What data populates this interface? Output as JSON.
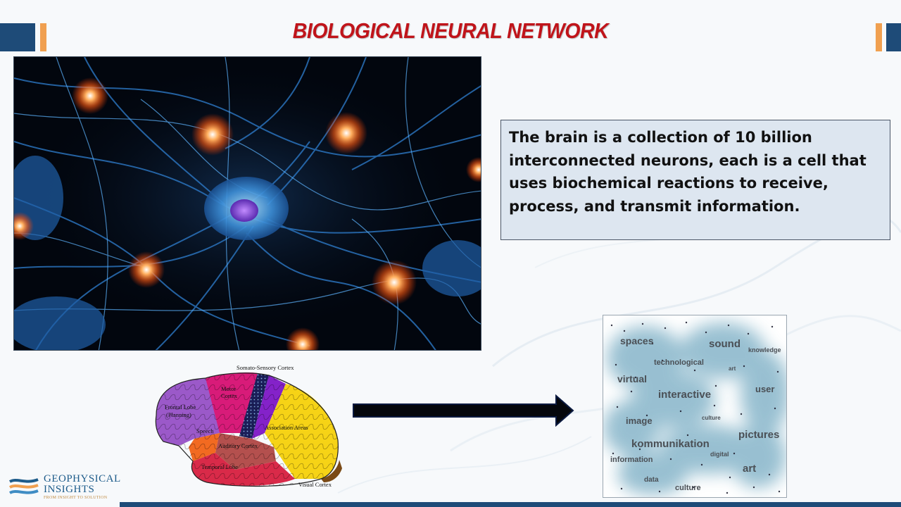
{
  "slide": {
    "title": "BIOLOGICAL NEURAL NETWORK",
    "body_text": "The brain is a collection of 10 billion interconnected neurons, each is a cell that uses biochemical reactions to receive, process, and transmit information."
  },
  "brain_diagram": {
    "labels": {
      "somato": "Somato-Sensory Cortex",
      "motor_1": "Motor",
      "motor_2": "Cortex",
      "frontal_1": "Frontal Lobe",
      "frontal_2": "(Planning)",
      "speech": "Speech",
      "association": "Association Areas",
      "auditory": "Auditory Cortex",
      "temporal": "Temporal Lobe",
      "visual": "Visual Cortex"
    }
  },
  "word_cloud": {
    "words": {
      "spaces": "spaces",
      "sound": "sound",
      "knowledge": "knowledge",
      "technological": "technological",
      "art_small": "art",
      "virtual": "virtual",
      "interactive": "interactive",
      "user": "user",
      "culture_small": "culture",
      "image": "image",
      "pictures": "pictures",
      "kommunikation": "kommunikation",
      "digital": "digital",
      "information": "information",
      "art": "art",
      "data": "data",
      "culture": "culture"
    }
  },
  "logo": {
    "line1": "GEOPHYSICAL",
    "line2": "INSIGHTS",
    "tagline": "FROM INSIGHT TO SOLUTION"
  },
  "colors": {
    "title": "#c0141a",
    "accent_blue": "#1e4b78",
    "accent_orange": "#f0a050",
    "textbox_bg": "#dde6f0"
  }
}
